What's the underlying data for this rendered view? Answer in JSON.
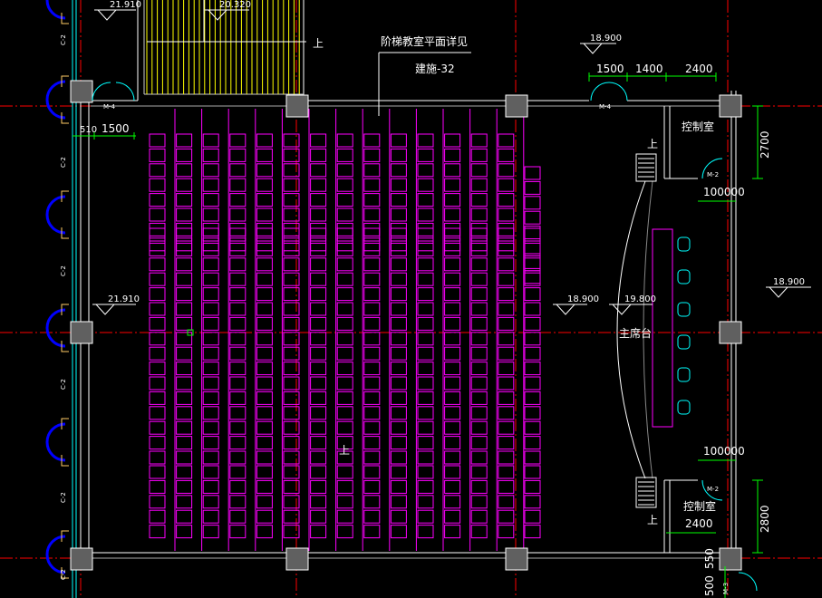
{
  "drawing": {
    "note_line1": "阶梯教室平面详见",
    "note_line2": "建施-32",
    "podium": "主席台",
    "control_room": "控制室",
    "stair_up": "上"
  },
  "elevations": {
    "top_left": "21.910",
    "top_mid": "20.320",
    "top_right": "18.900",
    "right_edge": "18.900",
    "left_mid": "21.910",
    "hall_mid": "18.900",
    "stage": "19.800"
  },
  "dimensions": {
    "top_door": "1500",
    "top_gap": "1400",
    "top_right": "2400",
    "left_a": "510",
    "left_b": "1500",
    "room_upper_height": "2700",
    "room_lower_height": "2800",
    "stair_upper": "100000",
    "stair_lower": "100000",
    "room_lower_width": "2400",
    "bottom_a": "500",
    "bottom_b": "550"
  },
  "doors": {
    "top_left": "M-4",
    "top_right": "M-4",
    "upper_room": "M-2",
    "lower_room": "M-2",
    "bottom": "M-3"
  },
  "column_tags": [
    "C-2",
    "C-2",
    "C-2",
    "C-2",
    "C-2",
    "C-2"
  ],
  "colors": {
    "background": "#000000",
    "wall": "#ffffff",
    "axis": "#ff0000",
    "seat": "#ff00ff",
    "dimension": "#00ff00",
    "stair": "#ffff00",
    "arc": "#0000ff",
    "column": "#606060",
    "chair": "#00ffff",
    "facade": "#ffcc66"
  }
}
